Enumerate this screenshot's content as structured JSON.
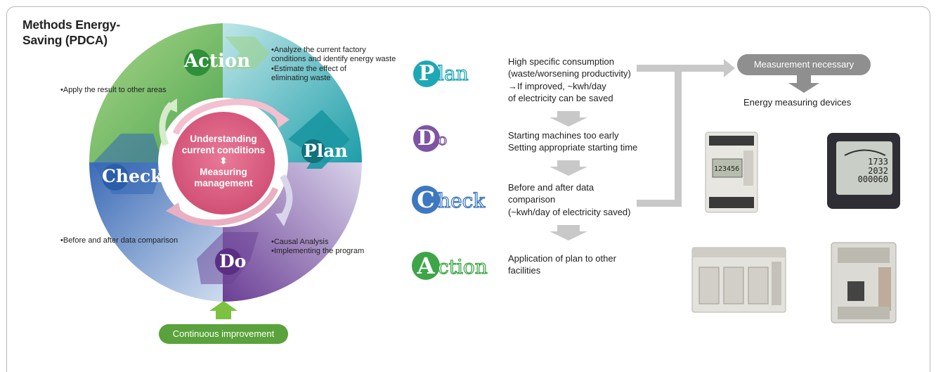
{
  "title": "Methods Energy-Saving (PDCA)",
  "cycle": {
    "action_label": "Action",
    "plan_label": "Plan",
    "check_label": "Check",
    "do_label": "Do",
    "center_line1": "Understanding",
    "center_line2": "current conditions",
    "center_line3": "Measuring",
    "center_line4": "management",
    "center_arrow": "⬍",
    "note_action_1": "•Analyze the current factory conditions and identify energy waste",
    "note_action_2": "•Estimate the effect of eliminating waste",
    "note_apply": "•Apply the result to other areas",
    "note_check": "•Before and after data comparison",
    "note_do_1": "•Causal Analysis",
    "note_do_2": "•Implementing the program",
    "continuous": "Continuous improvement"
  },
  "steps": [
    {
      "initial": "P",
      "rest": "lan",
      "line1": "High specific consumption",
      "line2": "(waste/worsening productivity)",
      "line3": "→If improved, ~kwh/day",
      "line4": "of electricity can be saved",
      "color": "#1ea7b4"
    },
    {
      "initial": "D",
      "rest": "o",
      "line1": "Starting machines too early",
      "line2": "Setting appropriate starting time",
      "color": "#7e55a3"
    },
    {
      "initial": "C",
      "rest": "heck",
      "line1": "Before and after data",
      "line2": "comparison",
      "line3": "(~kwh/day of electricity saved)",
      "color": "#3d78c0"
    },
    {
      "initial": "A",
      "rest": "ction",
      "line1": "Application of plan to other",
      "line2": "facilities",
      "color": "#3ea548"
    }
  ],
  "measurement": {
    "pill": "Measurement necessary",
    "devices_label": "Energy measuring devices"
  },
  "devices": {
    "meter1_display_line1": "123456",
    "meter2_display_line1": "1733",
    "meter2_display_line2": "2032",
    "meter2_display_line3": "000060"
  },
  "colors": {
    "action": "#6dbb5a",
    "plan": "#21a8b5",
    "do": "#7b4fa0",
    "check": "#3f72bb",
    "center": "#d7557c",
    "arrow_gray": "#c8c8c8",
    "green": "#5aa23b"
  }
}
